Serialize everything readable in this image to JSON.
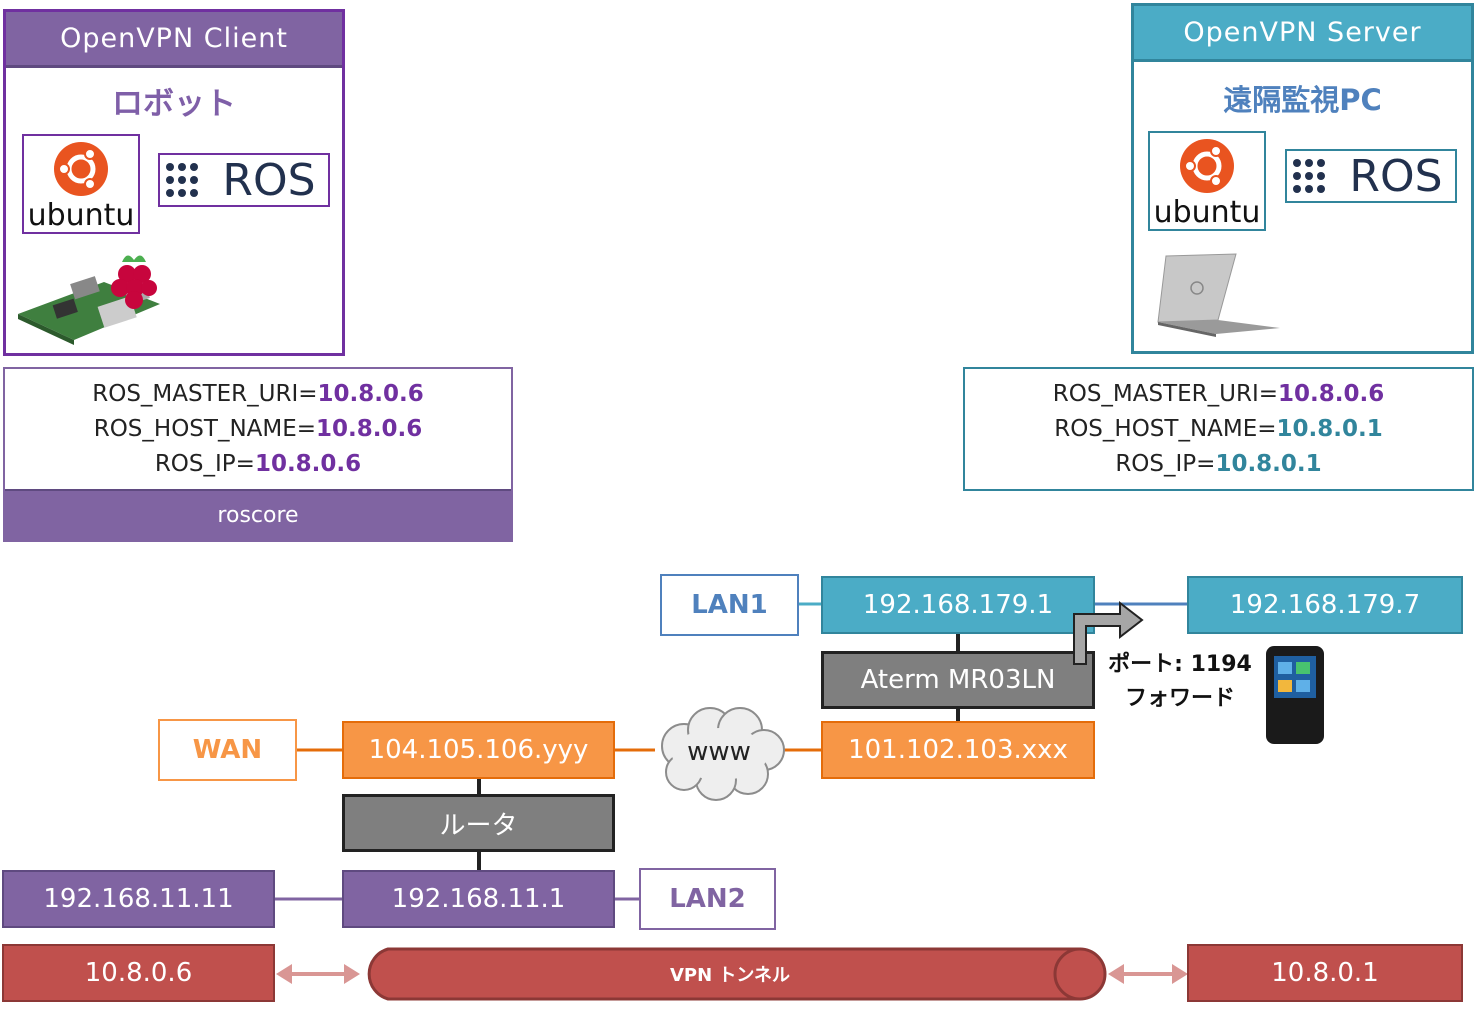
{
  "client": {
    "title": "OpenVPN Client",
    "device": "ロボット",
    "ubuntu_logo": "ubuntu",
    "ros_logo": "ROS",
    "env": [
      {
        "key": "ROS_MASTER_URI=",
        "value": "10.8.0.6"
      },
      {
        "key": "ROS_HOST_NAME=",
        "value": "10.8.0.6"
      },
      {
        "key": "ROS_IP=",
        "value": "10.8.0.6"
      }
    ],
    "roscore": "roscore"
  },
  "server": {
    "title": "OpenVPN Server",
    "device": "遠隔監視PC",
    "ubuntu_logo": "ubuntu",
    "ros_logo": "ROS",
    "env": [
      {
        "key": "ROS_MASTER_URI=",
        "value": "10.8.0.6"
      },
      {
        "key": "ROS_HOST_NAME=",
        "value": "10.8.0.1"
      },
      {
        "key": "ROS_IP=",
        "value": "10.8.0.1"
      }
    ]
  },
  "network": {
    "lan1_label": "LAN1",
    "lan1_router_ip": "192.168.179.1",
    "lan1_host_ip": "192.168.179.7",
    "router1_name": "Aterm MR03LN",
    "port_forward_line1": "ポート: 1194",
    "port_forward_line2": "フォワード",
    "wan_label": "WAN",
    "wan_ip_left": "104.105.106.yyy",
    "internet_label": "www",
    "wan_ip_right": "101.102.103.xxx",
    "router2_name": "ルータ",
    "lan2_host_ip": "192.168.11.11",
    "lan2_router_ip": "192.168.11.1",
    "lan2_label": "LAN2",
    "vpn_left_ip": "10.8.0.6",
    "vpn_tunnel_label": "VPN トンネル",
    "vpn_right_ip": "10.8.0.1"
  },
  "colors": {
    "purple": "#8064a2",
    "teal": "#4bacc6",
    "orange": "#f79646",
    "gray": "#7f7f7f",
    "red": "#c0504d"
  }
}
